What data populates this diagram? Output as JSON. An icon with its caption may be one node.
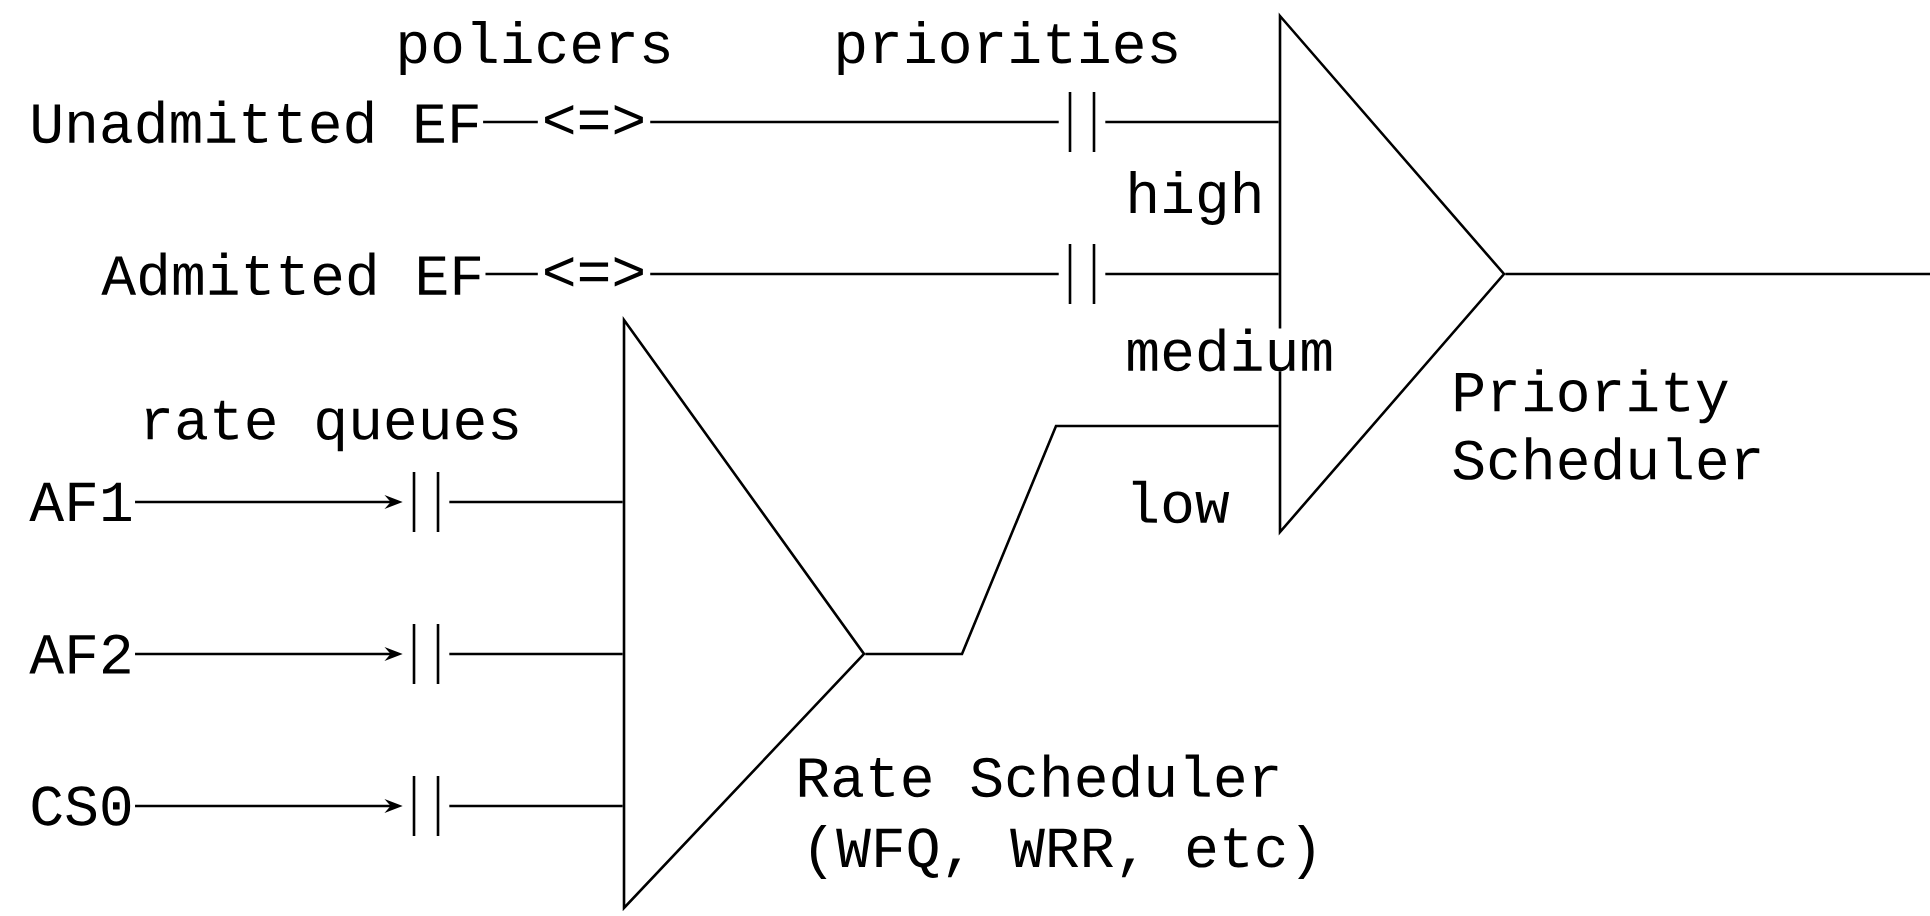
{
  "diagram": {
    "nodes": [
      {
        "text": [
          "Unadmitted EF"
        ]
      },
      {
        "text": [
          "Admitted EF"
        ]
      },
      {
        "text": [
          "AF1"
        ]
      },
      {
        "text": [
          "AF2"
        ]
      },
      {
        "text": [
          "CS0"
        ]
      },
      {
        "text": [
          "Priority Scheduler"
        ]
      },
      {
        "text": [
          "Rate Scheduler",
          "(WFQ, WRR, etc)"
        ]
      },
      {
        "text": [],
        "shape": "bar"
      },
      {
        "text": [],
        "shape": "bar"
      },
      {
        "text": [],
        "shape": "bar"
      },
      {
        "text": [],
        "shape": "bar"
      },
      {
        "text": [],
        "shape": "bar"
      }
    ],
    "edges": [
      {
        "from": 0,
        "to": 7,
        "arrow": "none",
        "label": "<=>"
      },
      {
        "from": 7,
        "to": 5,
        "arrow": "none"
      },
      {
        "from": 1,
        "to": 8,
        "arrow": "none",
        "label": "<=>"
      },
      {
        "from": 8,
        "to": 5,
        "arrow": "none"
      },
      {
        "from": 2,
        "to": 9,
        "arrow": "to"
      },
      {
        "from": 9,
        "to": 6,
        "arrow": "none"
      },
      {
        "from": 3,
        "to": 10,
        "arrow": "to"
      },
      {
        "from": 10,
        "to": 6,
        "arrow": "none"
      },
      {
        "from": 4,
        "to": 11,
        "arrow": "to"
      },
      {
        "from": 11,
        "to": 6,
        "arrow": "none"
      },
      {
        "from": 6,
        "to": 5,
        "arrow": "none"
      },
      {
        "from": 5,
        "to": null,
        "arrow": "none"
      }
    ],
    "labels": [
      "policers",
      "priorities",
      "high",
      "medium",
      "rate queues",
      "low"
    ]
  }
}
